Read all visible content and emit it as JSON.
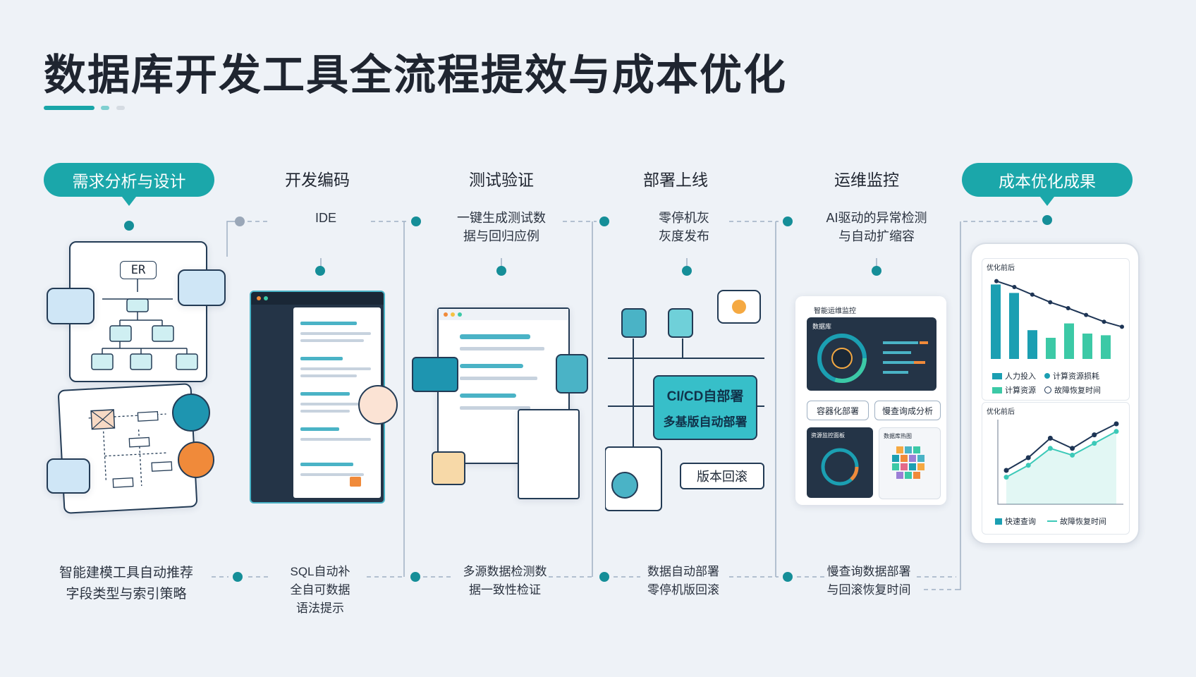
{
  "title": "数据库开发工具全流程提效与成本优化",
  "steps": [
    {
      "label": "需求分析与设计",
      "highlight": true,
      "note": [
        "智能建模工具自动推荐",
        "字段类型与索引策略"
      ]
    },
    {
      "label": "开发编码",
      "highlight": false,
      "top_note": [
        "IDE"
      ],
      "note": [
        "SQL自动补",
        "全自可数据",
        "语法提示"
      ]
    },
    {
      "label": "测试验证",
      "highlight": false,
      "top_note": [
        "一键生成测试数",
        "据与回归应例"
      ],
      "note": [
        "多源数据检测数",
        "据一致性检证"
      ]
    },
    {
      "label": "部署上线",
      "highlight": false,
      "top_note": [
        "零停机灰",
        "灰度发布"
      ],
      "note": [
        "数据自动部署",
        "零停机版回滚"
      ]
    },
    {
      "label": "运维监控",
      "highlight": false,
      "top_note": [
        "AI驱动的异常检测",
        "与自动扩缩容"
      ],
      "note": [
        "慢查询数据部署",
        "与回滚恢复时间"
      ]
    },
    {
      "label": "成本优化成果",
      "highlight": true
    }
  ],
  "er": {
    "label": "ER"
  },
  "cicd": {
    "line1": "CI/CD自部署",
    "line2": "多基版自动部署",
    "rollback": "版本回滚"
  },
  "ops": {
    "header": "智能运维监控",
    "title2": "数据库",
    "btn1": "容器化部署",
    "btn2": "慢查询成分析",
    "panel3": "资源监控面板",
    "panel4": "数据库热图"
  },
  "cost": {
    "panel1_title": "优化前后",
    "legend1": [
      "人力投入",
      "计算资源",
      "计算资源损耗",
      "故障恢复时间"
    ],
    "panel2_title": "优化前后",
    "legend2": [
      "快速查询",
      "故障恢复时间"
    ],
    "bars": [
      {
        "value": 88,
        "kind": "before"
      },
      {
        "value": 78,
        "kind": "before"
      },
      {
        "value": 34,
        "kind": "before"
      },
      {
        "value": 25,
        "kind": "after"
      },
      {
        "value": 42,
        "kind": "after"
      },
      {
        "value": 30,
        "kind": "after"
      },
      {
        "value": 28,
        "kind": "after"
      }
    ],
    "trend_line": [
      92,
      85,
      76,
      67,
      60,
      52,
      44,
      38
    ],
    "line_a": [
      40,
      55,
      78,
      66,
      82,
      95
    ],
    "line_b": [
      32,
      46,
      66,
      58,
      72,
      86
    ],
    "colors": {
      "before": "#1b9fb2",
      "after": "#3cc9a6",
      "line_dark": "#1e3555",
      "line_teal": "#3cc9b8"
    }
  }
}
